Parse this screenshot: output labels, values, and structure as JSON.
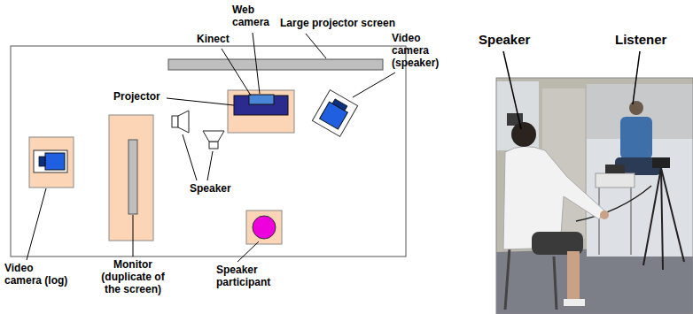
{
  "diagram": {
    "labels": [
      "Kinect",
      "Web camera",
      "Large projector screen",
      "Video camera (speaker)",
      "Projector",
      "Speaker",
      "Video camera (log)",
      "Monitor (duplicate of the screen)",
      "Speaker participant",
      "Speaker",
      "Listener"
    ]
  }
}
